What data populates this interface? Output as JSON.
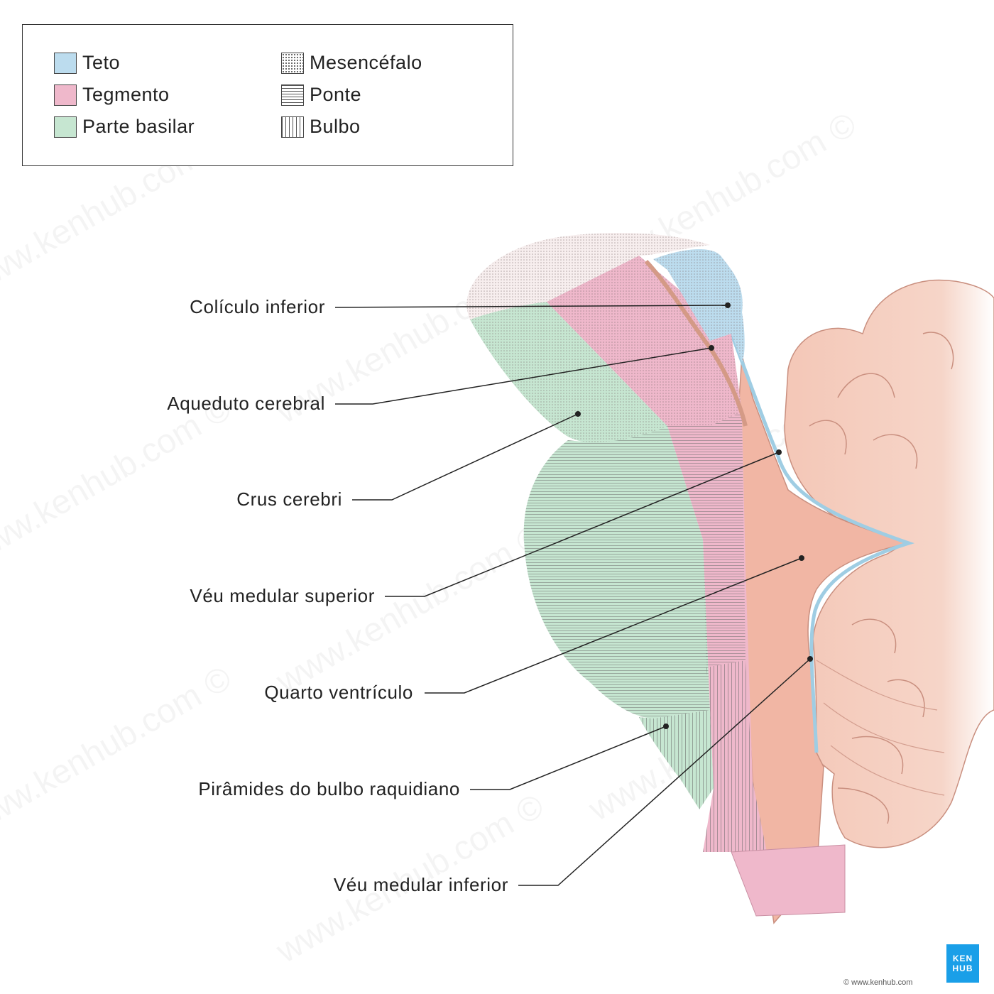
{
  "legend": {
    "items": [
      {
        "label": "Teto",
        "swatch": "#bcdcee"
      },
      {
        "label": "Tegmento",
        "swatch": "#efb8cb"
      },
      {
        "label": "Parte basilar",
        "swatch": "#c6e6d1"
      },
      {
        "label": "Mesencéfalo",
        "swatch": "dotted"
      },
      {
        "label": "Ponte",
        "swatch": "horizontal-lines"
      },
      {
        "label": "Bulbo",
        "swatch": "vertical-lines"
      }
    ]
  },
  "labels": {
    "coliculo": "Colículo inferior",
    "aqueduto": "Aqueduto cerebral",
    "crus": "Crus cerebri",
    "veu_superior": "Véu medular superior",
    "quarto": "Quarto ventrículo",
    "piramides": "Pirâmides do bulbo raquidiano",
    "veu_inferior": "Véu medular inferior"
  },
  "branding": {
    "logo_top": "KEN",
    "logo_bottom": "HUB",
    "copyright": "© www.kenhub.com",
    "watermark": "www.kenhub.com ©"
  },
  "colors": {
    "teto": "#bcdcee",
    "tegmento": "#efb8cb",
    "basilar": "#c6e6d1",
    "cerebellum": "#f3c4b4",
    "ventricle": "#b9dbea"
  }
}
